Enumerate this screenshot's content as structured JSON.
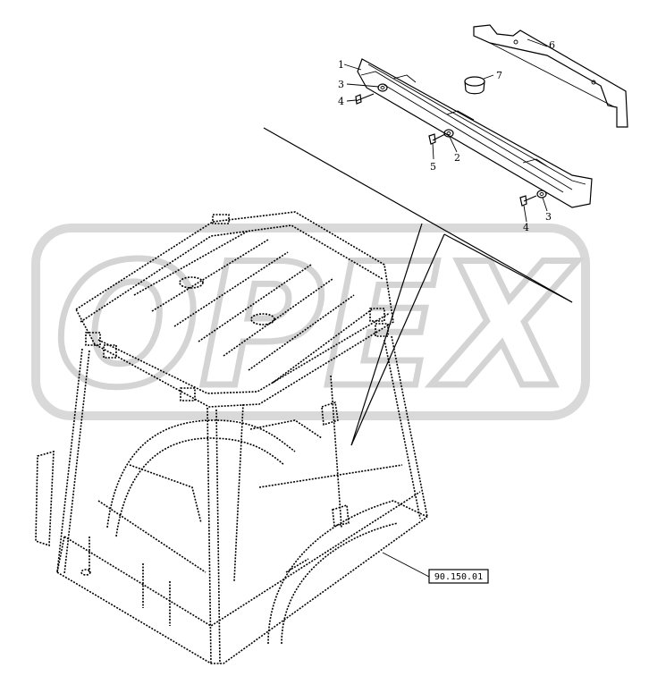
{
  "diagram": {
    "callouts": {
      "part_1": "1",
      "part_2": "2",
      "part_3_top": "3",
      "part_3_right": "3",
      "part_4_top": "4",
      "part_4_right": "4",
      "part_5": "5",
      "part_6": "6",
      "part_7": "7"
    },
    "reference_label": "90.150.01",
    "watermark": "OPEX",
    "colors": {
      "line": "#000000",
      "watermark": "#d9d9d9"
    }
  }
}
